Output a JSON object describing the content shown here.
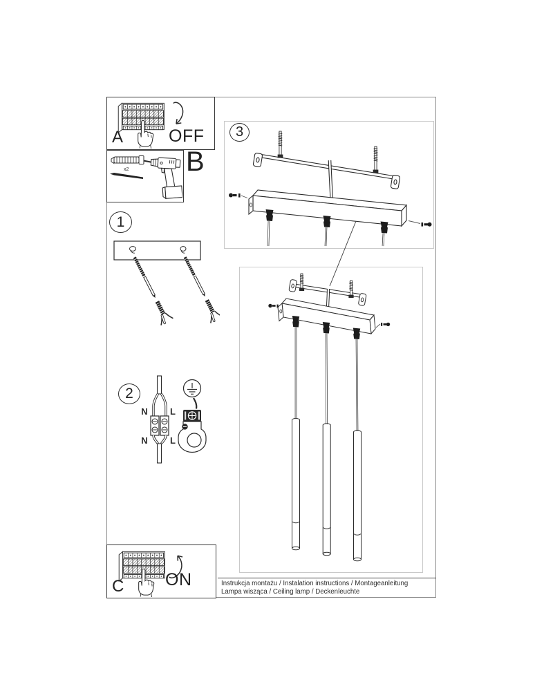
{
  "sheet": {
    "step_labels": {
      "step1": "1",
      "step2": "2",
      "step3": "3"
    },
    "panel_labels": {
      "a": "A",
      "b": "B",
      "c": "C"
    },
    "breaker": {
      "off": "OFF",
      "on": "ON"
    },
    "wiring": {
      "neutral": "N",
      "live": "L"
    },
    "hardware": {
      "dowel_quantity": "x2"
    },
    "footer": {
      "line1": "Instrukcja montażu / Instalation instructions / Montageanleitung",
      "line2": "Lampa wisząca / Ceiling lamp / Deckenleuchte"
    },
    "colors": {
      "ink": "#2b2b2b",
      "frame_gray": "#8a8a8a",
      "box_gray": "#c9c9c9"
    }
  }
}
